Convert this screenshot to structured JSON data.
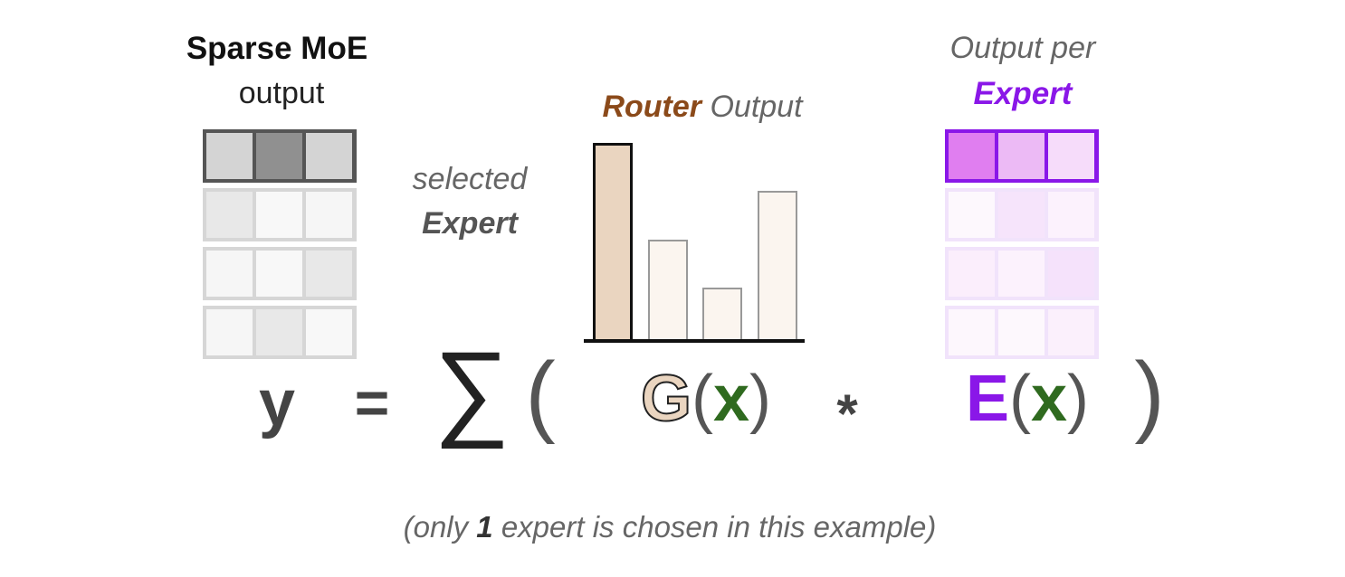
{
  "left": {
    "title": "Sparse MoE",
    "subtitle": "output",
    "rows": [
      [
        "#d4d4d4",
        "#909090",
        "#d4d4d4"
      ],
      [
        "#e8e8e8",
        "#f8f8f8",
        "#f6f6f6"
      ],
      [
        "#f6f6f6",
        "#f8f8f8",
        "#e8e8e8"
      ],
      [
        "#f6f6f6",
        "#e8e8e8",
        "#f8f8f8"
      ]
    ],
    "selected_border": "#555555",
    "other_border": "#d6d6d6"
  },
  "selected_label": {
    "line1": "selected",
    "line2": "Expert"
  },
  "router": {
    "word1": "Router",
    "word2": "Output",
    "accent": "#8b4a1a",
    "bars": [
      {
        "value": 1.0,
        "selected": true
      },
      {
        "value": 0.51,
        "selected": false
      },
      {
        "value": 0.27,
        "selected": false
      },
      {
        "value": 0.76,
        "selected": false
      }
    ]
  },
  "right": {
    "line1": "Output per",
    "line2": "Expert",
    "accent": "#8a17e8",
    "rows": [
      [
        "#e07ef0",
        "#ecbaf5",
        "#f6dcfa"
      ],
      [
        "#fdf8fd",
        "#f6e4fb",
        "#fcf2fd"
      ],
      [
        "#fbeefc",
        "#fcf2fd",
        "#f5e2fb"
      ],
      [
        "#fdf7fd",
        "#fdf8fd",
        "#fbf0fc"
      ]
    ],
    "selected_border": "#8a17e8",
    "other_border": "#f1e3fb"
  },
  "formula": {
    "y": "y",
    "eq": "=",
    "sum": "∑",
    "lparen": "(",
    "G": "G",
    "x": "x",
    "rparen": ")",
    "times": "*",
    "E": "E"
  },
  "footnote": {
    "pre": "(only ",
    "num": "1",
    "post": " expert is chosen in this example)"
  }
}
